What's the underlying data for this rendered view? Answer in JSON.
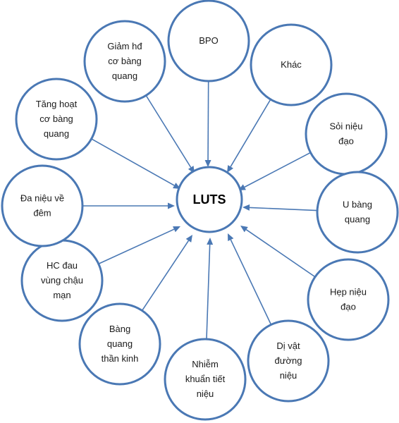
{
  "diagram": {
    "center": {
      "label": "LUTS"
    },
    "nodes": [
      {
        "id": "bpo",
        "lines": [
          "BPO"
        ]
      },
      {
        "id": "khac",
        "lines": [
          "Khác"
        ]
      },
      {
        "id": "soi-nieu-dao",
        "lines": [
          "Sỏi niệu",
          "đạo"
        ]
      },
      {
        "id": "u-bang-quang",
        "lines": [
          "U bàng",
          "quang"
        ]
      },
      {
        "id": "hep-nieu-dao",
        "lines": [
          "Hẹp niệu",
          "đạo"
        ]
      },
      {
        "id": "di-vat-duong-nieu",
        "lines": [
          "Dị vật",
          "đường",
          "niệu"
        ]
      },
      {
        "id": "nhiem-khuan-tiet-nieu",
        "lines": [
          "Nhiễm",
          "khuẩn tiết",
          "niệu"
        ]
      },
      {
        "id": "bang-quang-than-kinh",
        "lines": [
          "Bàng",
          "quang",
          "thần kinh"
        ]
      },
      {
        "id": "hc-dau-vung-chau-man",
        "lines": [
          "HC đau",
          "vùng chậu",
          "mạn"
        ]
      },
      {
        "id": "da-nieu-ve-dem",
        "lines": [
          "Đa niệu về",
          "đêm"
        ]
      },
      {
        "id": "tang-hoat-co-bang-quang",
        "lines": [
          "Tăng hoạt",
          "cơ bàng",
          "quang"
        ]
      },
      {
        "id": "giam-ho-co-bang-quang",
        "lines": [
          "Giảm hđ",
          "cơ bàng",
          "quang"
        ]
      }
    ],
    "colors": {
      "circle_stroke": "#4a78b4",
      "arrow": "#4a78b4",
      "text": "#1a1a1a"
    }
  }
}
